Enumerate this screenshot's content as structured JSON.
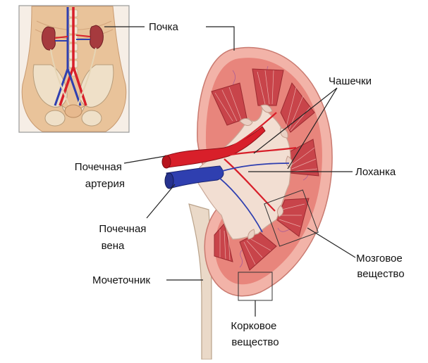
{
  "labels": {
    "kidney": "Почка",
    "calyces": "Чашечки",
    "renal_artery": [
      "Почечная",
      "артерия"
    ],
    "pelvis": "Лоханка",
    "renal_vein": [
      "Почечная",
      "вена"
    ],
    "medulla": [
      "Мозговое",
      "вещество"
    ],
    "ureter": "Мочеточник",
    "cortex": [
      "Корковое",
      "вещество"
    ]
  },
  "icons": {
    "inset": "body-torso-urinary-system-icon",
    "main": "kidney-cross-section-icon"
  },
  "colors": {
    "artery": "#d81f2a",
    "vein": "#2f3fb0",
    "kidney_flesh": "#e8857c",
    "kidney_capsule": "#f2b3a8",
    "medulla": "#c8444a",
    "pelvis": "#f2ded2",
    "ureter": "#ead9c8",
    "skin": "#e9c39a"
  }
}
